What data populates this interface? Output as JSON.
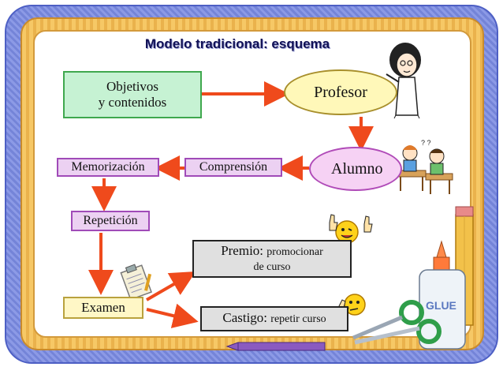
{
  "title": "Modelo tradicional: esquema",
  "nodes": {
    "objetivos": {
      "line1": "Objetivos",
      "line2": "y contenidos"
    },
    "profesor": "Profesor",
    "alumno": "Alumno",
    "comprension": "Comprensión",
    "memorizacion": "Memorización",
    "repeticion": "Repetición",
    "examen": "Examen",
    "premio": {
      "label": "Premio:",
      "detail1": "promocionar",
      "detail2": "de curso"
    },
    "castigo": {
      "label": "Castigo:",
      "detail": "repetir curso"
    }
  },
  "colors": {
    "arrow": "#ef4a1c",
    "board_frame": "#7f8fe0",
    "wood": "#f3c05c"
  },
  "decorations": [
    "teacher-icon",
    "students-icon",
    "thumbs-up-smiley-icon",
    "thinking-smiley-icon",
    "clipboard-icon",
    "glue-bottle-icon",
    "scissors-icon",
    "pencil-icon",
    "crayon-icon"
  ]
}
